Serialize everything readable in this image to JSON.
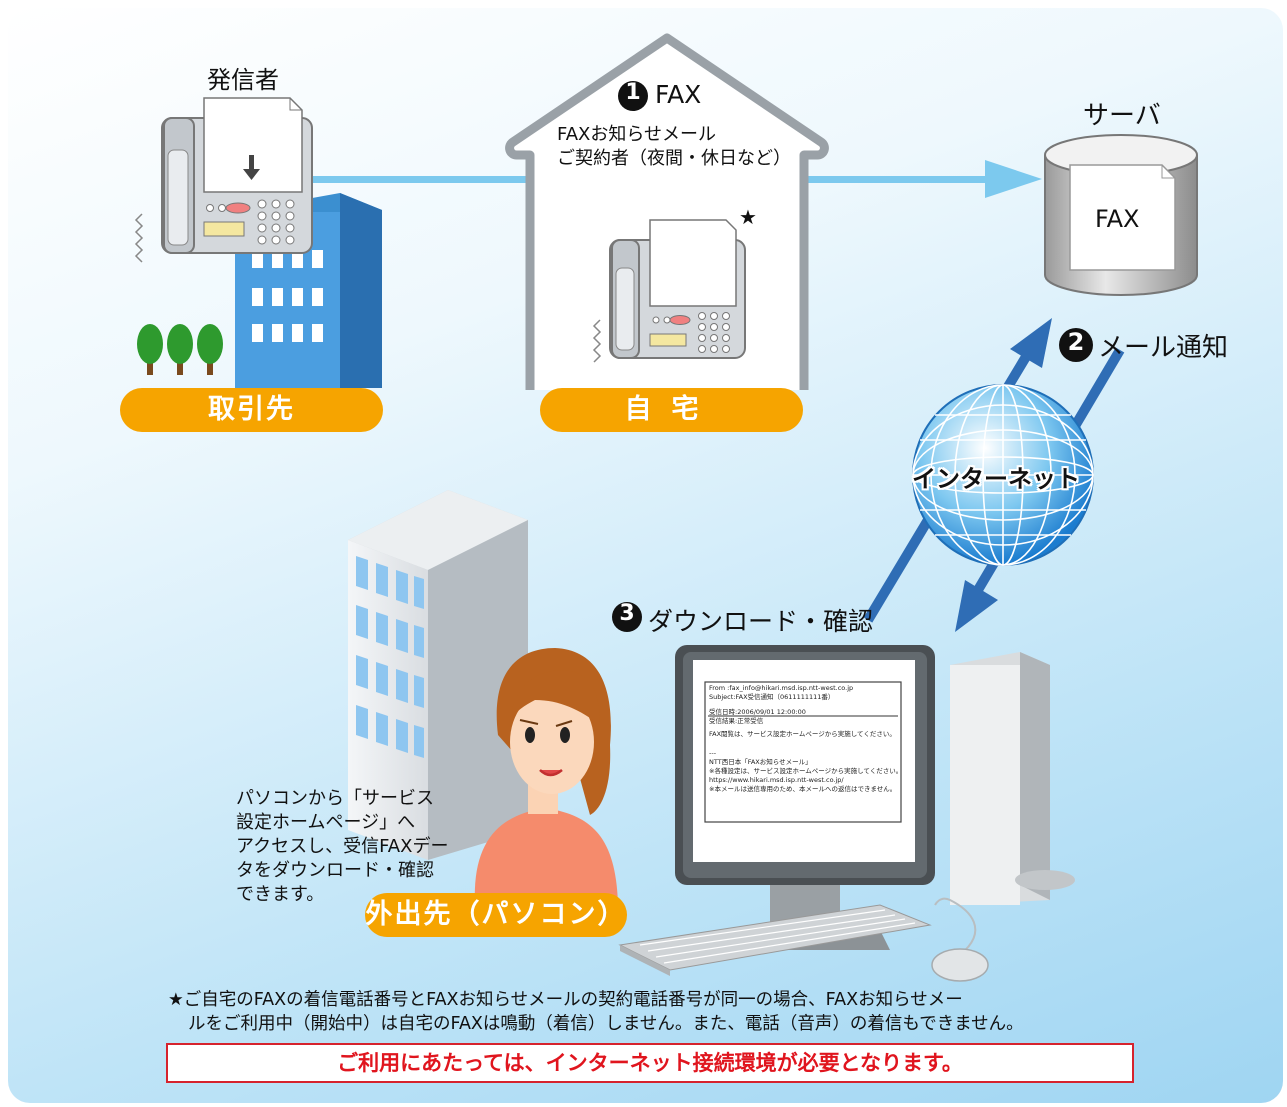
{
  "sender": {
    "label": "発信者"
  },
  "client": {
    "label": "取引先"
  },
  "home": {
    "line1": "FAXお知らせメール",
    "line2": "ご契約者（夜間・休日など）",
    "star": "★",
    "badge": "自宅"
  },
  "server": {
    "label": "サーバ",
    "fax": "FAX"
  },
  "steps": [
    {
      "number": "1",
      "label": "FAX"
    },
    {
      "number": "2",
      "label": "メール通知"
    },
    {
      "number": "3",
      "label": "ダウンロード・確認"
    }
  ],
  "internet": {
    "label": "インターネット"
  },
  "outside": {
    "badge": "外出先（パソコン）",
    "note": [
      "パソコンから「サービス",
      "設定ホームページ」へ",
      "アクセスし、受信FAXデー",
      "タをダウンロード・確認",
      "できます。"
    ]
  },
  "email": {
    "from": "From   :fax_info@hikari.msd.isp.ntt-west.co.jp",
    "subject": "Subject:FAX受信通知（0611111111番）",
    "received_date": "受信日時:2006/09/01 12:00:00",
    "received_result": "受信結果:正常受信",
    "view_note": "FAX閲覧は、サービス設定ホームページから実施してください。",
    "divider": "---",
    "sender_name": "NTT西日本「FAXお知らせメール」",
    "settings_note": "※各種設定は、サービス設定ホームページから実施してください。",
    "url": "https://www.hikari.msd.isp.ntt-west.co.jp/",
    "noreply_note": "※本メールは送信専用のため、本メールへの返信はできません。"
  },
  "footer": {
    "note_line1": "★ご自宅のFAXの着信電話番号とFAXお知らせメールの契約電話番号が同一の場合、FAXお知らせメー",
    "note_line2": "ルをご利用中（開始中）は自宅のFAXは鳴動（着信）しません。また、電話（音声）の着信もできません。",
    "requirement": "ご利用にあたっては、インターネット接続環境が必要となります。"
  },
  "colors": {
    "badge_orange": "#f6a400",
    "arrow_light_blue": "#7cc9ee",
    "arrow_dark_blue": "#2f6db5",
    "notice_red": "#e0151e"
  }
}
